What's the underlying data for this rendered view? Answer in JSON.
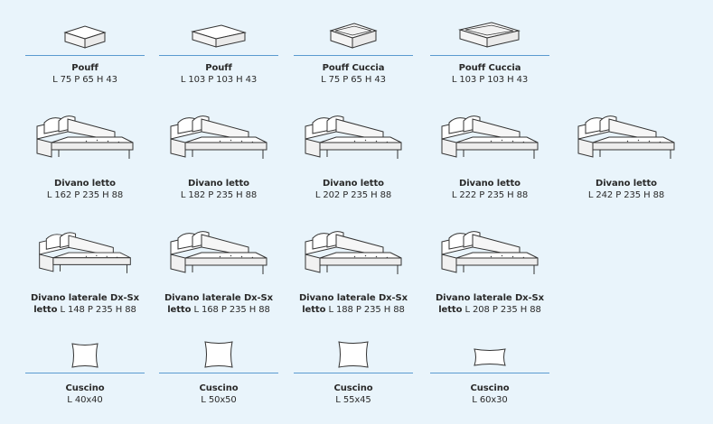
{
  "rows": [
    {
      "items": [
        {
          "title": "Pouff",
          "dims": "L 75 P 65 H 43",
          "icon": "pouf-small-icon"
        },
        {
          "title": "Pouff",
          "dims": "L 103 P 103 H 43",
          "icon": "pouf-large-icon"
        },
        {
          "title": "Pouff Cuccia",
          "dims": "L 75 P 65 H 43",
          "icon": "pouf-bed-small-icon"
        },
        {
          "title": "Pouff Cuccia",
          "dims": "L 103 P 103 H 43",
          "icon": "pouf-bed-large-icon"
        }
      ]
    },
    {
      "items": [
        {
          "title": "Divano letto",
          "dims": "L 162 P 235 H 88",
          "icon": "sofa-bed-2-seat-icon"
        },
        {
          "title": "Divano letto",
          "dims": "L 182 P 235 H 88",
          "icon": "sofa-bed-2-seat-icon"
        },
        {
          "title": "Divano letto",
          "dims": "L 202 P 235 H 88",
          "icon": "sofa-bed-3-seat-icon"
        },
        {
          "title": "Divano letto",
          "dims": "L 222 P 235 H 88",
          "icon": "sofa-bed-3-seat-icon"
        },
        {
          "title": "Divano letto",
          "dims": "L 242 P 235 H 88",
          "icon": "sofa-bed-3-seat-icon"
        }
      ]
    },
    {
      "items": [
        {
          "title": "Divano laterale Dx-Sx",
          "title2": "letto",
          "dims": "L 148 P 235 H 88",
          "icon": "side-sofa-bed-icon"
        },
        {
          "title": "Divano laterale Dx-Sx",
          "title2": "letto",
          "dims": "L 168 P 235 H 88",
          "icon": "side-sofa-bed-icon"
        },
        {
          "title": "Divano laterale Dx-Sx",
          "title2": "letto",
          "dims": "L 188 P 235 H 88",
          "icon": "side-sofa-bed-icon"
        },
        {
          "title": "Divano laterale Dx-Sx",
          "title2": "letto",
          "dims": "L 208 P 235 H 88",
          "icon": "side-sofa-bed-3-seat-icon"
        }
      ]
    },
    {
      "items": [
        {
          "title": "Cuscino",
          "dims": "L 40x40",
          "icon": "cushion-icon"
        },
        {
          "title": "Cuscino",
          "dims": "L 50x50",
          "icon": "cushion-icon"
        },
        {
          "title": "Cuscino",
          "dims": "L 55x45",
          "icon": "cushion-icon"
        },
        {
          "title": "Cuscino",
          "dims": "L 60x30",
          "icon": "cushion-wide-icon"
        }
      ]
    }
  ],
  "colors": {
    "background": "#e9f4fb",
    "rule": "#5b9bd0",
    "line": "#3a3a3a"
  }
}
